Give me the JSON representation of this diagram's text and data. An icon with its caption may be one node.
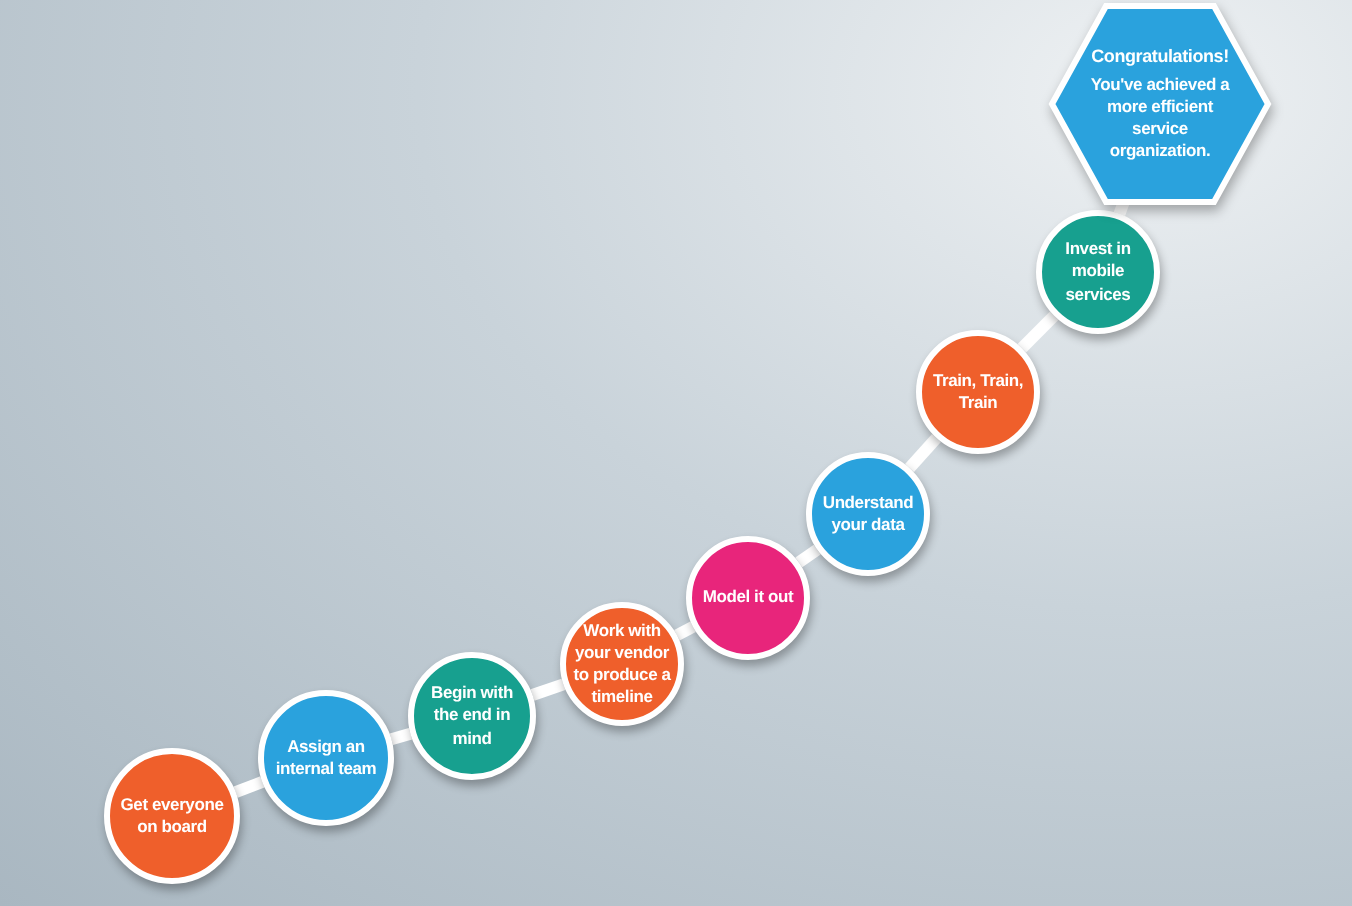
{
  "diagram": {
    "nodes": [
      {
        "text": [
          "Get everyone on board"
        ]
      },
      {
        "text": [
          "Assign an internal team"
        ]
      },
      {
        "text": [
          "Begin with the end in mind"
        ]
      },
      {
        "text": [
          "Work with your vendor to produce a timeline"
        ]
      },
      {
        "text": [
          "Model it out"
        ]
      },
      {
        "text": [
          "Understand your data"
        ]
      },
      {
        "text": [
          "Train, Train, Train"
        ]
      },
      {
        "text": [
          "Invest in mobile services"
        ]
      },
      {
        "text": [
          "Congratulations!",
          "You've achieved a more efficient service organization."
        ]
      }
    ],
    "edges": [
      {
        "from": 0,
        "to": 1,
        "arrow": "none"
      },
      {
        "from": 1,
        "to": 2,
        "arrow": "none"
      },
      {
        "from": 2,
        "to": 3,
        "arrow": "none"
      },
      {
        "from": 3,
        "to": 4,
        "arrow": "none"
      },
      {
        "from": 4,
        "to": 5,
        "arrow": "none"
      },
      {
        "from": 5,
        "to": 6,
        "arrow": "none"
      },
      {
        "from": 6,
        "to": 7,
        "arrow": "none"
      },
      {
        "from": 7,
        "to": 8,
        "arrow": "none"
      }
    ]
  }
}
